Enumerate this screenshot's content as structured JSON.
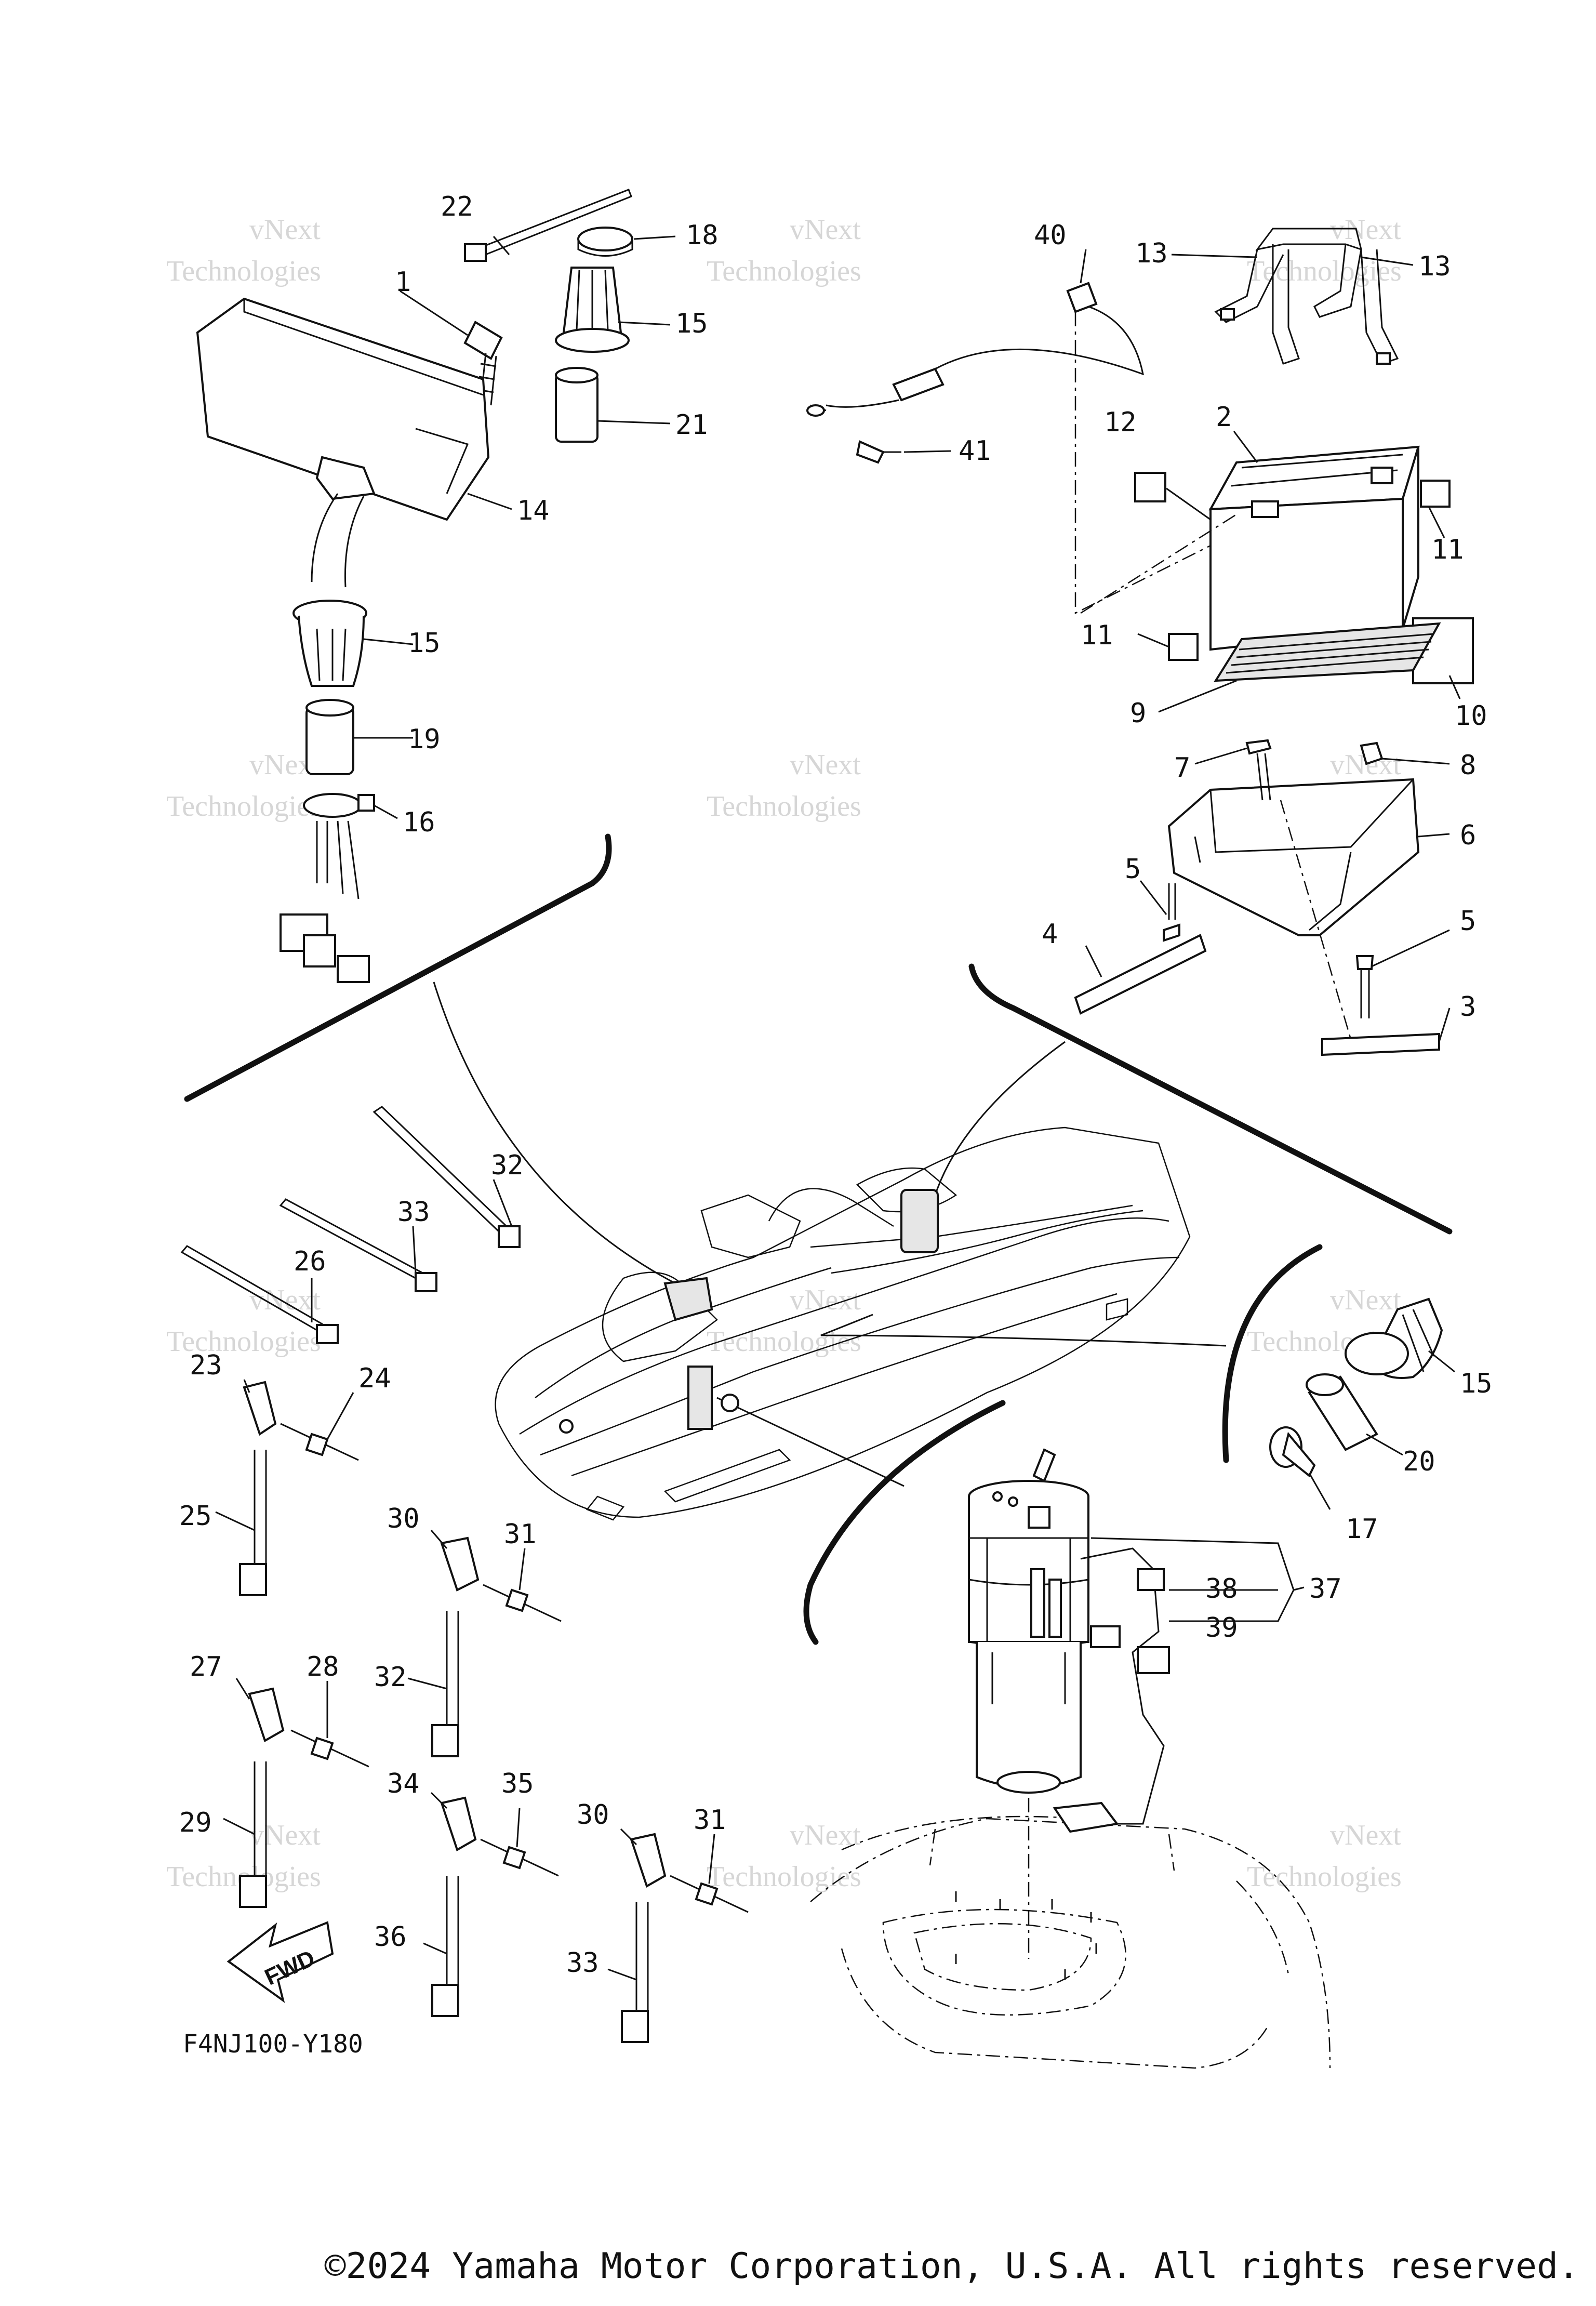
{
  "diagram": {
    "code": "F4NJ100-Y180",
    "copyright": "©2024 Yamaha Motor Corporation, U.S.A. All rights reserved.",
    "fwd_label": "FWD",
    "watermark": [
      "vNext",
      "Technologies"
    ],
    "callouts": [
      {
        "id": "c22",
        "label": "22"
      },
      {
        "id": "c18",
        "label": "18"
      },
      {
        "id": "c1",
        "label": "1"
      },
      {
        "id": "c15a",
        "label": "15"
      },
      {
        "id": "c21",
        "label": "21"
      },
      {
        "id": "c14",
        "label": "14"
      },
      {
        "id": "c15b",
        "label": "15"
      },
      {
        "id": "c19",
        "label": "19"
      },
      {
        "id": "c16",
        "label": "16"
      },
      {
        "id": "c40",
        "label": "40"
      },
      {
        "id": "c13a",
        "label": "13"
      },
      {
        "id": "c13b",
        "label": "13"
      },
      {
        "id": "c41",
        "label": "41"
      },
      {
        "id": "c12",
        "label": "12"
      },
      {
        "id": "c2",
        "label": "2"
      },
      {
        "id": "c11a",
        "label": "11"
      },
      {
        "id": "c11b",
        "label": "11"
      },
      {
        "id": "c9",
        "label": "9"
      },
      {
        "id": "c10",
        "label": "10"
      },
      {
        "id": "c7",
        "label": "7"
      },
      {
        "id": "c8",
        "label": "8"
      },
      {
        "id": "c6",
        "label": "6"
      },
      {
        "id": "c5a",
        "label": "5"
      },
      {
        "id": "c5b",
        "label": "5"
      },
      {
        "id": "c4",
        "label": "4"
      },
      {
        "id": "c3",
        "label": "3"
      },
      {
        "id": "c32a",
        "label": "32"
      },
      {
        "id": "c33a",
        "label": "33"
      },
      {
        "id": "c26",
        "label": "26"
      },
      {
        "id": "c23",
        "label": "23"
      },
      {
        "id": "c24",
        "label": "24"
      },
      {
        "id": "c25",
        "label": "25"
      },
      {
        "id": "c30a",
        "label": "30"
      },
      {
        "id": "c31a",
        "label": "31"
      },
      {
        "id": "c32b",
        "label": "32"
      },
      {
        "id": "c27",
        "label": "27"
      },
      {
        "id": "c28",
        "label": "28"
      },
      {
        "id": "c29",
        "label": "29"
      },
      {
        "id": "c34",
        "label": "34"
      },
      {
        "id": "c35",
        "label": "35"
      },
      {
        "id": "c30b",
        "label": "30"
      },
      {
        "id": "c31b",
        "label": "31"
      },
      {
        "id": "c36",
        "label": "36"
      },
      {
        "id": "c33b",
        "label": "33"
      },
      {
        "id": "c15c",
        "label": "15"
      },
      {
        "id": "c20",
        "label": "20"
      },
      {
        "id": "c17",
        "label": "17"
      },
      {
        "id": "c38",
        "label": "38"
      },
      {
        "id": "c37",
        "label": "37"
      },
      {
        "id": "c39",
        "label": "39"
      }
    ]
  }
}
